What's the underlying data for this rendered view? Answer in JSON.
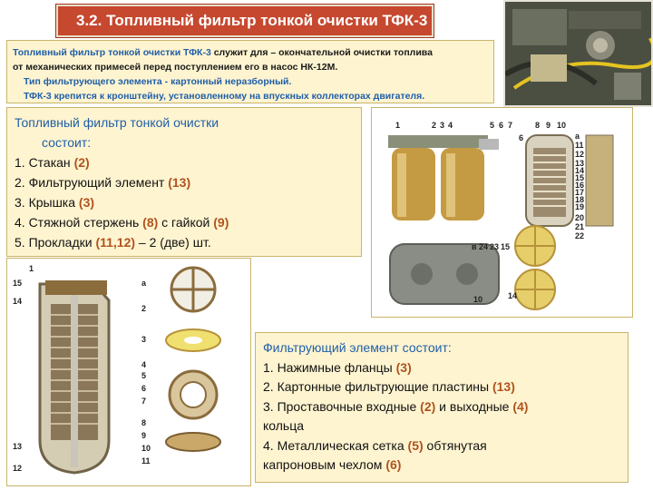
{
  "title": "3.2. Топливный фильтр тонкой очистки ТФК-3",
  "intro": {
    "line1_name": "Топливный фильтр тонкой очистки ТФК-3",
    "line1_rest": " служит для – окончательной очистки топлива",
    "line2": "от механических примесей перед поступлением его в насос НК-12М.",
    "line3": "Тип фильтрующего элемента - картонный неразборный.",
    "line4": "ТФК-3 крепится к кронштейну, установленному на впускных коллекторах двигателя."
  },
  "composition": {
    "heading_line1": "Топливный фильтр тонкой очистки",
    "heading_line2": "состоит:",
    "items": [
      {
        "text": "1. Стакан ",
        "ref": "(2)",
        "tail": ""
      },
      {
        "text": "2. Фильтрующий элемент ",
        "ref": "(13)",
        "tail": ""
      },
      {
        "text": "3. Крышка ",
        "ref": "(3)",
        "tail": ""
      },
      {
        "text": "4. Стяжной стержень ",
        "ref": "(8)",
        "tail": " с гайкой ",
        "ref2": "(9)"
      },
      {
        "text": "5. Прокладки ",
        "ref": "(11,12)",
        "tail": " – 2 (две) шт."
      }
    ]
  },
  "filter_element": {
    "heading": "Фильтрующий элемент состоит:",
    "items": [
      {
        "text": "1. Нажимные фланцы ",
        "ref": "(3)",
        "tail": ""
      },
      {
        "text": "2. Картонные фильтрующие пластины ",
        "ref": "(13)",
        "tail": ""
      },
      {
        "text": "3. Проставочные входные ",
        "ref": "(2)",
        "tail": " и выходные ",
        "ref2": "(4)"
      },
      {
        "text": "кольца",
        "ref": "",
        "tail": ""
      },
      {
        "text": "4. Металлическая сетка ",
        "ref": "(5)",
        "tail": " обтянутая"
      },
      {
        "text": "капроновым чехлом ",
        "ref": "(6)",
        "tail": ""
      }
    ]
  },
  "figure_labels": {
    "top": [
      "1",
      "2",
      "3",
      "4",
      "5",
      "6",
      "7",
      "8",
      "9",
      "10"
    ],
    "right": [
      "6",
      "а",
      "11",
      "12",
      "13",
      "14",
      "15",
      "16",
      "17",
      "18",
      "19",
      "20",
      "21",
      "22"
    ],
    "bottom": [
      "в",
      "24",
      "23",
      "15",
      "10",
      "14"
    ]
  },
  "section_labels": {
    "left": [
      "1",
      "15",
      "14",
      "13",
      "12"
    ],
    "right": [
      "а",
      "2",
      "3",
      "4",
      "5",
      "6",
      "7",
      "8",
      "9",
      "10",
      "11"
    ]
  },
  "colors": {
    "banner": "#c6482f",
    "box_bg": "#fff4d0",
    "heading_blue": "#1f5fa8",
    "ref_brown": "#b0531f"
  }
}
